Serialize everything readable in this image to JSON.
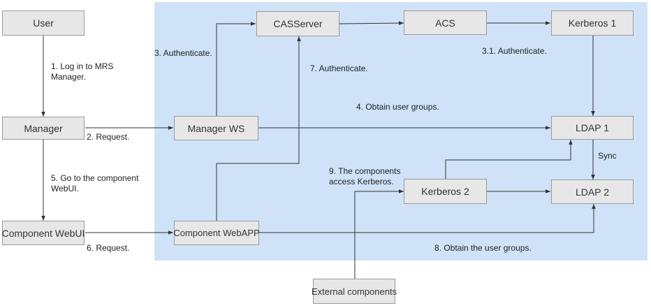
{
  "nodes": {
    "user": "User",
    "manager": "Manager",
    "component_webui": "Component WebUI",
    "casserver": "CASServer",
    "acs": "ACS",
    "kerberos1": "Kerberos 1",
    "manager_ws": "Manager WS",
    "ldap1": "LDAP 1",
    "kerberos2": "Kerberos 2",
    "ldap2": "LDAP 2",
    "component_webapp": "Component WebAPP",
    "external_components": "External components"
  },
  "labels": {
    "login": "1. Log in to MRS\nManager.",
    "request2": "2. Request.",
    "authenticate3": "3. Authenticate.",
    "authenticate31": "3.1. Authenticate.",
    "obtain_groups4": "4. Obtain user groups.",
    "goto_webui5": "5. Go to the component\nWebUI.",
    "request6": "6. Request.",
    "authenticate7": "7. Authenticate.",
    "obtain_groups8": "8. Obtain the user groups.",
    "components_access9": "9. The components\naccess Kerberos.",
    "sync": "Sync"
  }
}
